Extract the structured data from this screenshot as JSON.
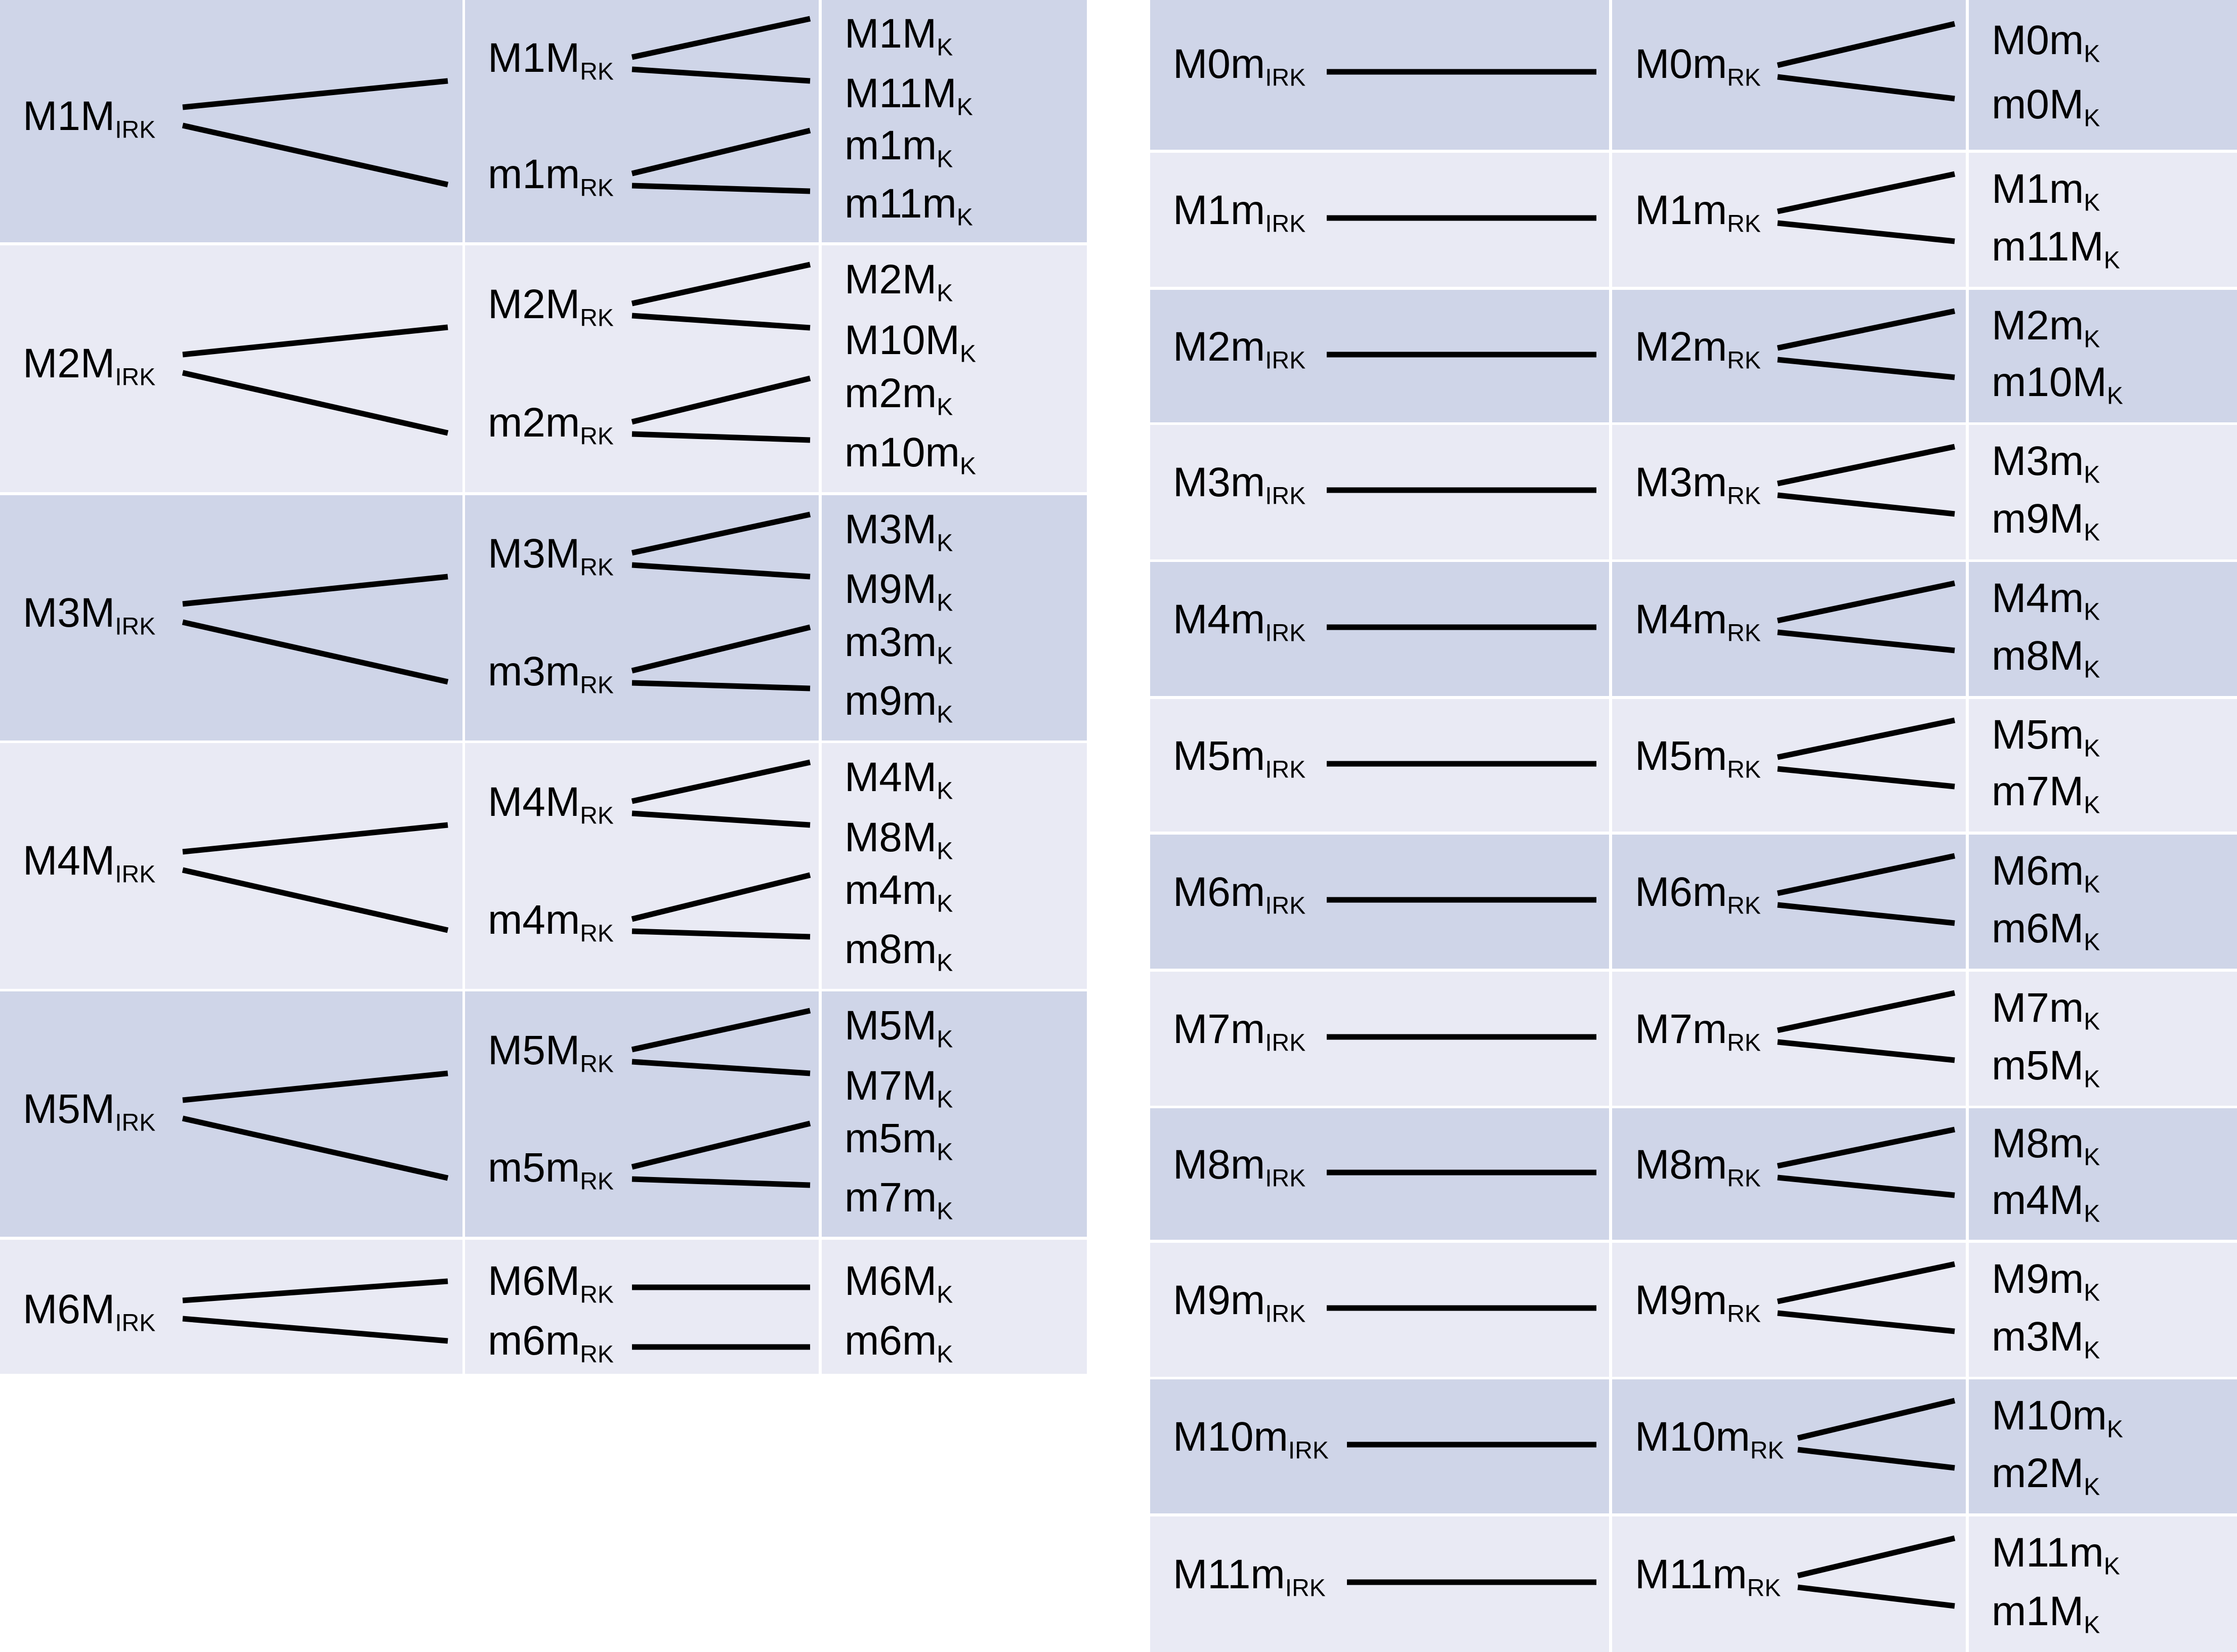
{
  "colors": {
    "band_dark": "#CFD5E8",
    "band_light": "#E9EAF4",
    "line": "#000000",
    "gap": "#FFFFFF"
  },
  "left_table": {
    "title": "Major IRK branching",
    "groups": [
      {
        "irk": {
          "base": "M1M",
          "sub": "IRK"
        },
        "rk": [
          {
            "base": "M1M",
            "sub": "RK",
            "k": [
              {
                "base": "M1M",
                "sub": "K"
              },
              {
                "base": "M11M",
                "sub": "K"
              }
            ]
          },
          {
            "base": "m1m",
            "sub": "RK",
            "k": [
              {
                "base": "m1m",
                "sub": "K"
              },
              {
                "base": "m11m",
                "sub": "K"
              }
            ]
          }
        ]
      },
      {
        "irk": {
          "base": "M2M",
          "sub": "IRK"
        },
        "rk": [
          {
            "base": "M2M",
            "sub": "RK",
            "k": [
              {
                "base": "M2M",
                "sub": "K"
              },
              {
                "base": "M10M",
                "sub": "K"
              }
            ]
          },
          {
            "base": "m2m",
            "sub": "RK",
            "k": [
              {
                "base": "m2m",
                "sub": "K"
              },
              {
                "base": "m10m",
                "sub": "K"
              }
            ]
          }
        ]
      },
      {
        "irk": {
          "base": "M3M",
          "sub": "IRK"
        },
        "rk": [
          {
            "base": "M3M",
            "sub": "RK",
            "k": [
              {
                "base": "M3M",
                "sub": "K"
              },
              {
                "base": "M9M",
                "sub": "K"
              }
            ]
          },
          {
            "base": "m3m",
            "sub": "RK",
            "k": [
              {
                "base": "m3m",
                "sub": "K"
              },
              {
                "base": "m9m",
                "sub": "K"
              }
            ]
          }
        ]
      },
      {
        "irk": {
          "base": "M4M",
          "sub": "IRK"
        },
        "rk": [
          {
            "base": "M4M",
            "sub": "RK",
            "k": [
              {
                "base": "M4M",
                "sub": "K"
              },
              {
                "base": "M8M",
                "sub": "K"
              }
            ]
          },
          {
            "base": "m4m",
            "sub": "RK",
            "k": [
              {
                "base": "m4m",
                "sub": "K"
              },
              {
                "base": "m8m",
                "sub": "K"
              }
            ]
          }
        ]
      },
      {
        "irk": {
          "base": "M5M",
          "sub": "IRK"
        },
        "rk": [
          {
            "base": "M5M",
            "sub": "RK",
            "k": [
              {
                "base": "M5M",
                "sub": "K"
              },
              {
                "base": "M7M",
                "sub": "K"
              }
            ]
          },
          {
            "base": "m5m",
            "sub": "RK",
            "k": [
              {
                "base": "m5m",
                "sub": "K"
              },
              {
                "base": "m7m",
                "sub": "K"
              }
            ]
          }
        ]
      },
      {
        "irk": {
          "base": "M6M",
          "sub": "IRK"
        },
        "rk": [
          {
            "base": "M6M",
            "sub": "RK",
            "k": [
              {
                "base": "M6M",
                "sub": "K"
              }
            ]
          },
          {
            "base": "m6m",
            "sub": "RK",
            "k": [
              {
                "base": "m6m",
                "sub": "K"
              }
            ]
          }
        ]
      }
    ]
  },
  "right_table": {
    "title": "Minor IRK branching",
    "groups": [
      {
        "irk": {
          "base": "M0m",
          "sub": "IRK"
        },
        "rk": {
          "base": "M0m",
          "sub": "RK"
        },
        "k": [
          {
            "base": "M0m",
            "sub": "K"
          },
          {
            "base": "m0M",
            "sub": "K"
          }
        ]
      },
      {
        "irk": {
          "base": "M1m",
          "sub": "IRK"
        },
        "rk": {
          "base": "M1m",
          "sub": "RK"
        },
        "k": [
          {
            "base": "M1m",
            "sub": "K"
          },
          {
            "base": "m11M",
            "sub": "K"
          }
        ]
      },
      {
        "irk": {
          "base": "M2m",
          "sub": "IRK"
        },
        "rk": {
          "base": "M2m",
          "sub": "RK"
        },
        "k": [
          {
            "base": "M2m",
            "sub": "K"
          },
          {
            "base": "m10M",
            "sub": "K"
          }
        ]
      },
      {
        "irk": {
          "base": "M3m",
          "sub": "IRK"
        },
        "rk": {
          "base": "M3m",
          "sub": "RK"
        },
        "k": [
          {
            "base": "M3m",
            "sub": "K"
          },
          {
            "base": "m9M",
            "sub": "K"
          }
        ]
      },
      {
        "irk": {
          "base": "M4m",
          "sub": "IRK"
        },
        "rk": {
          "base": "M4m",
          "sub": "RK"
        },
        "k": [
          {
            "base": "M4m",
            "sub": "K"
          },
          {
            "base": "m8M",
            "sub": "K"
          }
        ]
      },
      {
        "irk": {
          "base": "M5m",
          "sub": "IRK"
        },
        "rk": {
          "base": "M5m",
          "sub": "RK"
        },
        "k": [
          {
            "base": "M5m",
            "sub": "K"
          },
          {
            "base": "m7M",
            "sub": "K"
          }
        ]
      },
      {
        "irk": {
          "base": "M6m",
          "sub": "IRK"
        },
        "rk": {
          "base": "M6m",
          "sub": "RK"
        },
        "k": [
          {
            "base": "M6m",
            "sub": "K"
          },
          {
            "base": "m6M",
            "sub": "K"
          }
        ]
      },
      {
        "irk": {
          "base": "M7m",
          "sub": "IRK"
        },
        "rk": {
          "base": "M7m",
          "sub": "RK"
        },
        "k": [
          {
            "base": "M7m",
            "sub": "K"
          },
          {
            "base": "m5M",
            "sub": "K"
          }
        ]
      },
      {
        "irk": {
          "base": "M8m",
          "sub": "IRK"
        },
        "rk": {
          "base": "M8m",
          "sub": "RK"
        },
        "k": [
          {
            "base": "M8m",
            "sub": "K"
          },
          {
            "base": "m4M",
            "sub": "K"
          }
        ]
      },
      {
        "irk": {
          "base": "M9m",
          "sub": "IRK"
        },
        "rk": {
          "base": "M9m",
          "sub": "RK"
        },
        "k": [
          {
            "base": "M9m",
            "sub": "K"
          },
          {
            "base": "m3M",
            "sub": "K"
          }
        ]
      },
      {
        "irk": {
          "base": "M10m",
          "sub": "IRK"
        },
        "rk": {
          "base": "M10m",
          "sub": "RK"
        },
        "k": [
          {
            "base": "M10m",
            "sub": "K"
          },
          {
            "base": "m2M",
            "sub": "K"
          }
        ]
      },
      {
        "irk": {
          "base": "M11m",
          "sub": "IRK"
        },
        "rk": {
          "base": "M11m",
          "sub": "RK"
        },
        "k": [
          {
            "base": "M11m",
            "sub": "K"
          },
          {
            "base": "m1M",
            "sub": "K"
          }
        ]
      }
    ]
  }
}
